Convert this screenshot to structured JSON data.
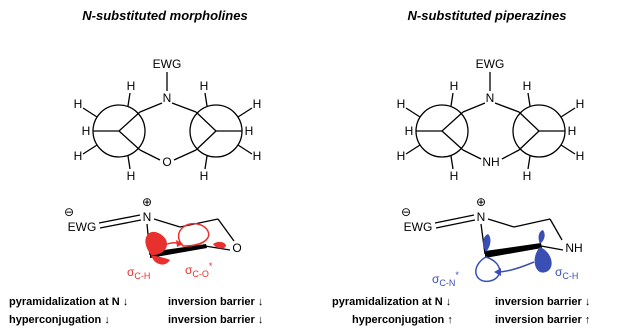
{
  "panels": {
    "left": {
      "title": "N-substituted morpholines",
      "newman": {
        "ewg": "EWG",
        "top_atom": "N",
        "bottom_atom": "O",
        "h": "H"
      },
      "chair": {
        "charge_minus": "⊖",
        "charge_plus": "⊕",
        "ewg": "EWG",
        "n": "N",
        "ring_atom": "O",
        "sigma_bonding": {
          "symbol": "σ",
          "subscript": "C-H"
        },
        "sigma_antibonding": {
          "symbol": "σ",
          "subscript": "C-O",
          "star": "*"
        }
      },
      "summary": {
        "line1_left": "pyramidalization at N ↓",
        "line1_right": "inversion barrier ↓",
        "line2_left": "hyperconjugation ↓",
        "line2_right": "inversion barrier ↓"
      }
    },
    "right": {
      "title": "N-substituted piperazines",
      "newman": {
        "ewg": "EWG",
        "top_atom": "N",
        "bottom_atom": "NH",
        "h": "H"
      },
      "chair": {
        "charge_minus": "⊖",
        "charge_plus": "⊕",
        "ewg": "EWG",
        "n": "N",
        "ring_atom": "NH",
        "sigma_bonding": {
          "symbol": "σ",
          "subscript": "C-H"
        },
        "sigma_antibonding": {
          "symbol": "σ",
          "subscript": "C-N",
          "star": "*"
        }
      },
      "summary": {
        "line1_left": "pyramidalization at N ↓",
        "line1_right": "inversion barrier ↓",
        "line2_left": "hyperconjugation ↑",
        "line2_right": "inversion barrier ↑"
      }
    }
  },
  "colors": {
    "morpholine_orbital": "#e8312f",
    "piperazine_orbital": "#3a4fb4",
    "ink": "#000000"
  }
}
